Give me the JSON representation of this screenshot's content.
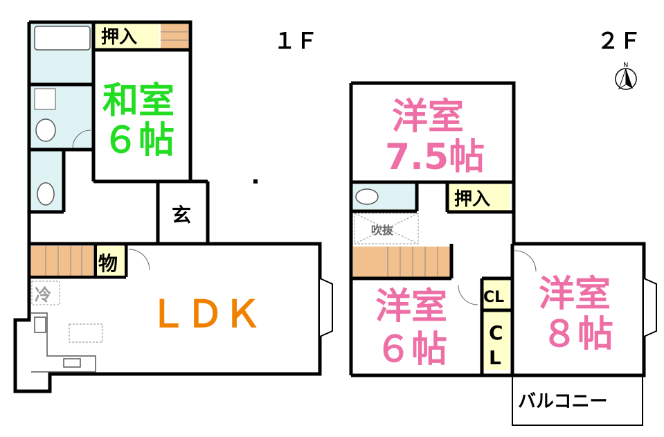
{
  "floor1": {
    "title": "１Ｆ",
    "rooms": {
      "washitsu": {
        "name": "和室",
        "size": "６帖"
      },
      "oshiire": "押入",
      "genkan": "玄",
      "monooki": "物",
      "ldk": "ＬＤＫ",
      "reizouko": "冷"
    }
  },
  "floor2": {
    "title": "２Ｆ",
    "compass": "N",
    "rooms": {
      "youshitsu75": {
        "name": "洋室",
        "size": "7.5帖"
      },
      "oshiire": "押入",
      "fukinuke": "吹抜",
      "youshitsu6": {
        "name": "洋室",
        "size": "６帖"
      },
      "cl_small": "CL",
      "cl_tall_c": "C",
      "cl_tall_l": "L",
      "youshitsu8": {
        "name": "洋室",
        "size": "８帖"
      },
      "balcony": "バルコニー"
    }
  },
  "colors": {
    "wall": "#000000",
    "washitsu_label": "#22dd22",
    "ldk_label": "#f08000",
    "youshitsu_label": "#ee6fa6",
    "storage_fill": "#ffffcc",
    "stairs_fill": "#f2c08c",
    "wet_fill": "#dff3f5"
  }
}
